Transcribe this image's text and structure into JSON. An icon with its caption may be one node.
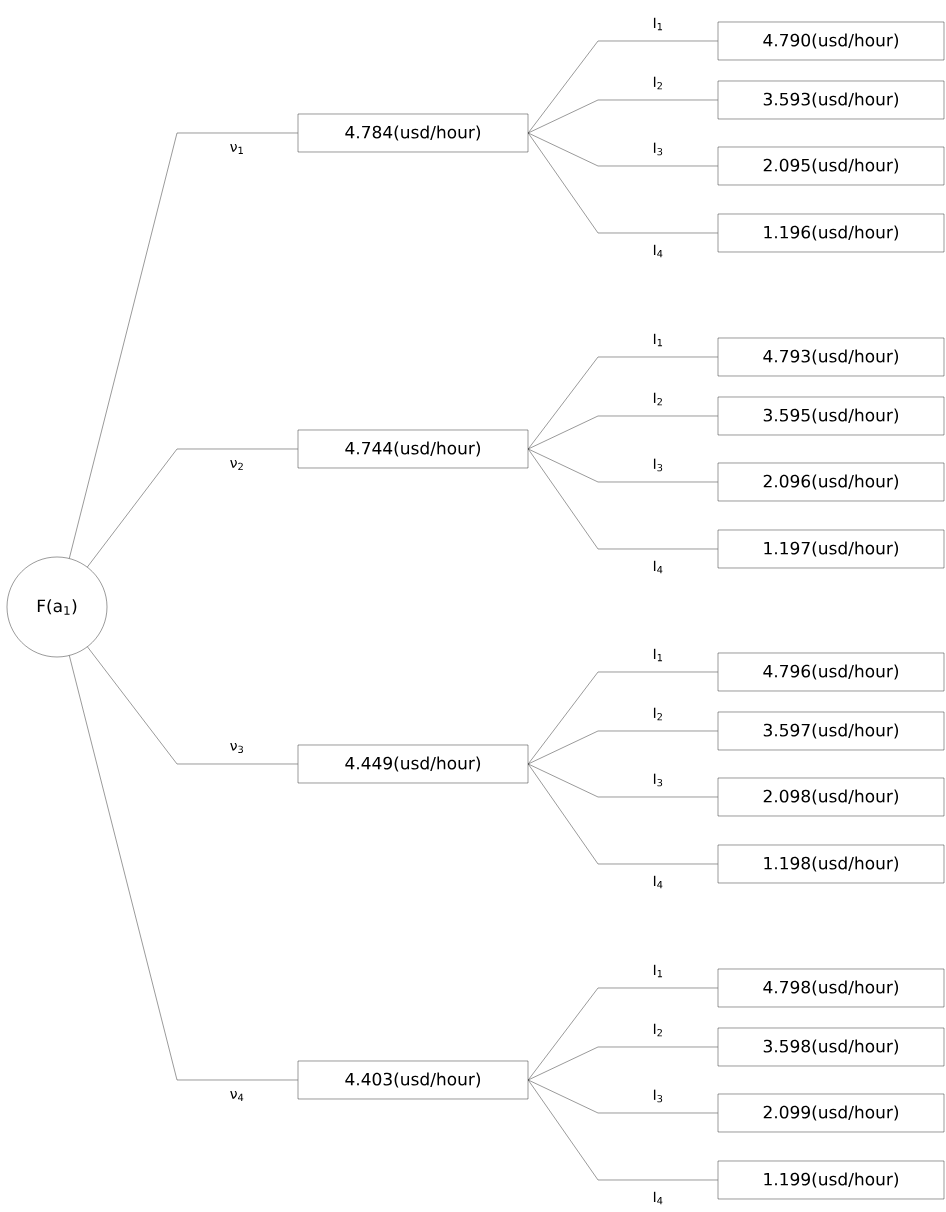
{
  "diagram": {
    "nodes": [
      {
        "text": [
          "F(a$_{1}$)"
        ]
      },
      {
        "text": [
          "4.784(usd/hour)"
        ]
      },
      {
        "text": [
          "4.790(usd/hour)"
        ]
      },
      {
        "text": [
          "3.593(usd/hour)"
        ]
      },
      {
        "text": [
          "2.095(usd/hour)"
        ]
      },
      {
        "text": [
          "1.196(usd/hour)"
        ]
      },
      {
        "text": [
          "4.744(usd/hour)"
        ]
      },
      {
        "text": [
          "4.793(usd/hour)"
        ]
      },
      {
        "text": [
          "3.595(usd/hour)"
        ]
      },
      {
        "text": [
          "2.096(usd/hour)"
        ]
      },
      {
        "text": [
          "1.197(usd/hour)"
        ]
      },
      {
        "text": [
          "4.449(usd/hour)"
        ]
      },
      {
        "text": [
          "4.796(usd/hour)"
        ]
      },
      {
        "text": [
          "3.597(usd/hour)"
        ]
      },
      {
        "text": [
          "2.098(usd/hour)"
        ]
      },
      {
        "text": [
          "1.198(usd/hour)"
        ]
      },
      {
        "text": [
          "4.403(usd/hour)"
        ]
      },
      {
        "text": [
          "4.798(usd/hour)"
        ]
      },
      {
        "text": [
          "3.598(usd/hour)"
        ]
      },
      {
        "text": [
          "2.099(usd/hour)"
        ]
      },
      {
        "text": [
          "1.199(usd/hour)"
        ]
      }
    ],
    "edges": [
      {
        "from": 0,
        "to": 1,
        "arrow": "none",
        "label": "ν$_{1}$"
      },
      {
        "from": 1,
        "to": 2,
        "arrow": "none",
        "label": "I$_{1}$"
      },
      {
        "from": 1,
        "to": 3,
        "arrow": "none",
        "label": "I$_{2}$"
      },
      {
        "from": 1,
        "to": 4,
        "arrow": "none",
        "label": "I$_{3}$"
      },
      {
        "from": 1,
        "to": 5,
        "arrow": "none",
        "label": "I$_{4}$"
      },
      {
        "from": 0,
        "to": 6,
        "arrow": "none",
        "label": "ν$_{2}$"
      },
      {
        "from": 6,
        "to": 7,
        "arrow": "none",
        "label": "I$_{1}$"
      },
      {
        "from": 6,
        "to": 8,
        "arrow": "none",
        "label": "I$_{2}$"
      },
      {
        "from": 6,
        "to": 9,
        "arrow": "none",
        "label": "I$_{3}$"
      },
      {
        "from": 6,
        "to": 10,
        "arrow": "none",
        "label": "I$_{4}$"
      },
      {
        "from": 0,
        "to": 11,
        "arrow": "none",
        "label": "ν$_{3}$"
      },
      {
        "from": 11,
        "to": 12,
        "arrow": "none",
        "label": "I$_{1}$"
      },
      {
        "from": 11,
        "to": 13,
        "arrow": "none",
        "label": "I$_{2}$"
      },
      {
        "from": 11,
        "to": 14,
        "arrow": "none",
        "label": "I$_{3}$"
      },
      {
        "from": 11,
        "to": 15,
        "arrow": "none",
        "label": "I$_{4}$"
      },
      {
        "from": 0,
        "to": 16,
        "arrow": "none",
        "label": "ν$_{4}$"
      },
      {
        "from": 16,
        "to": 17,
        "arrow": "none",
        "label": "I$_{1}$"
      },
      {
        "from": 16,
        "to": 18,
        "arrow": "none",
        "label": "I$_{2}$"
      },
      {
        "from": 16,
        "to": 19,
        "arrow": "none",
        "label": "I$_{3}$"
      },
      {
        "from": 16,
        "to": 20,
        "arrow": "none",
        "label": "I$_{4}$"
      }
    ]
  }
}
